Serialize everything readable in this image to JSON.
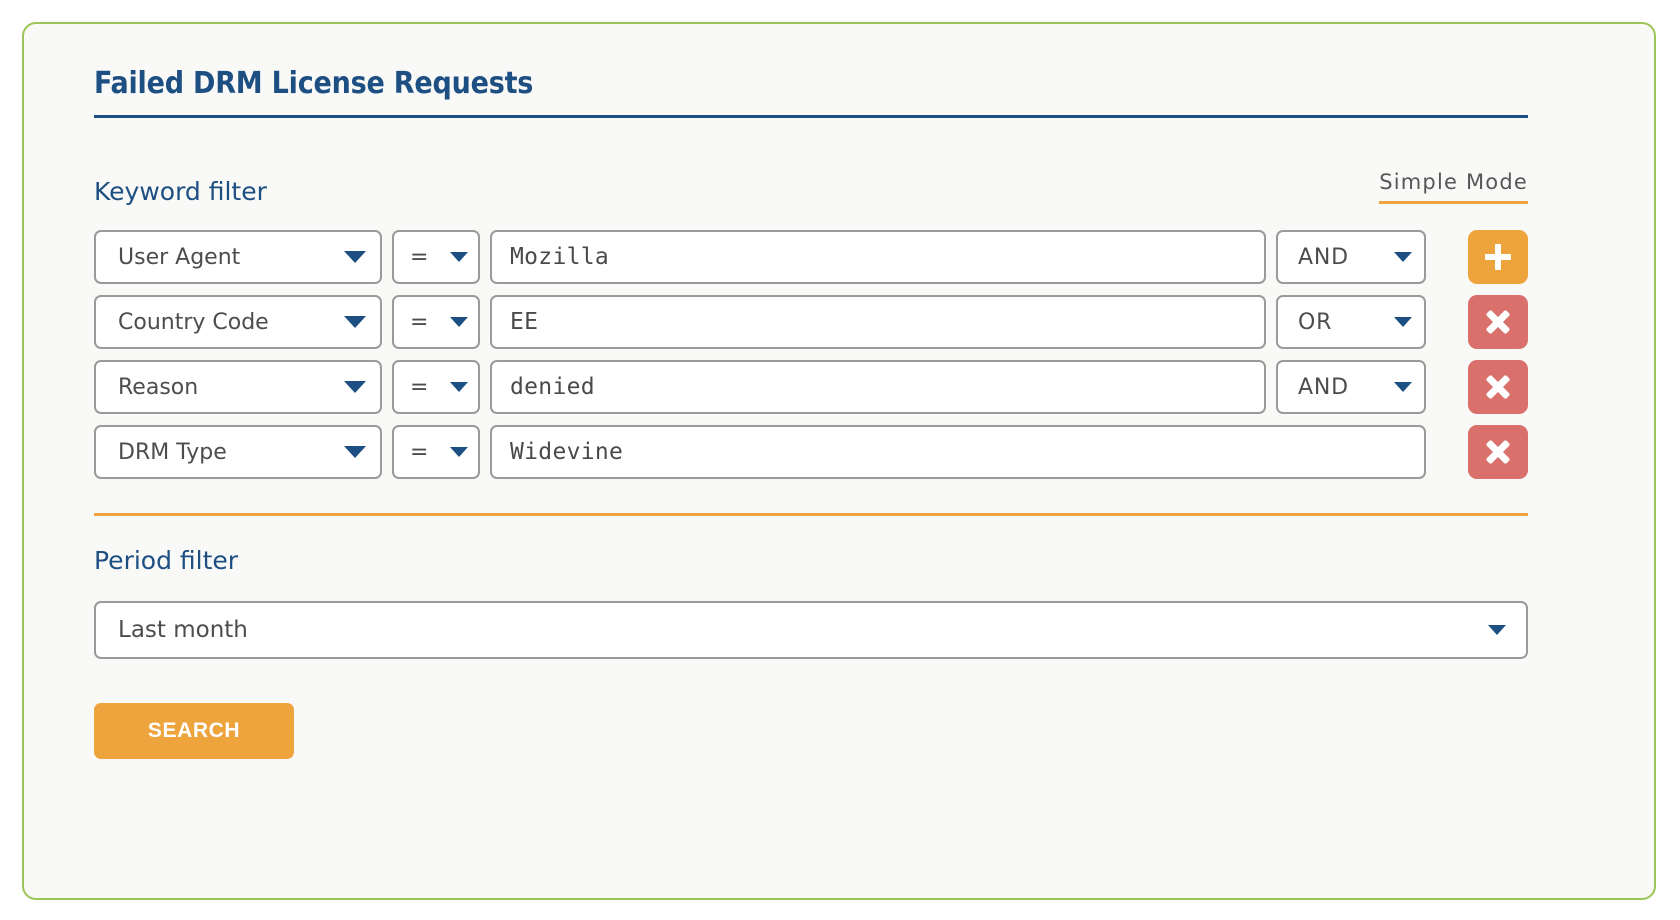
{
  "card": {
    "title": "Failed DRM License Requests",
    "border_color": "#9dc456",
    "background": "#f9f9f7",
    "accent_navy": "#1d4f82",
    "accent_orange": "#eda43c",
    "danger_red": "#d9706c"
  },
  "keyword_filter": {
    "label": "Keyword filter",
    "mode_toggle_label": "Simple Mode",
    "rows": [
      {
        "field": "User Agent",
        "operator": "=",
        "value": "Mozilla",
        "logic": "AND",
        "action": "add",
        "action_label": "+"
      },
      {
        "field": "Country Code",
        "operator": "=",
        "value": "EE",
        "logic": "OR",
        "action": "remove",
        "action_label": "×"
      },
      {
        "field": "Reason",
        "operator": "=",
        "value": "denied",
        "logic": "AND",
        "action": "remove",
        "action_label": "×"
      },
      {
        "field": "DRM Type",
        "operator": "=",
        "value": "Widevine",
        "logic": null,
        "action": "remove",
        "action_label": "×"
      }
    ]
  },
  "period_filter": {
    "label": "Period filter",
    "selected": "Last month"
  },
  "search": {
    "label": "SEARCH"
  },
  "icons": {
    "caret_down": "chevron-down-icon",
    "add": "plus-icon",
    "remove": "close-icon"
  }
}
